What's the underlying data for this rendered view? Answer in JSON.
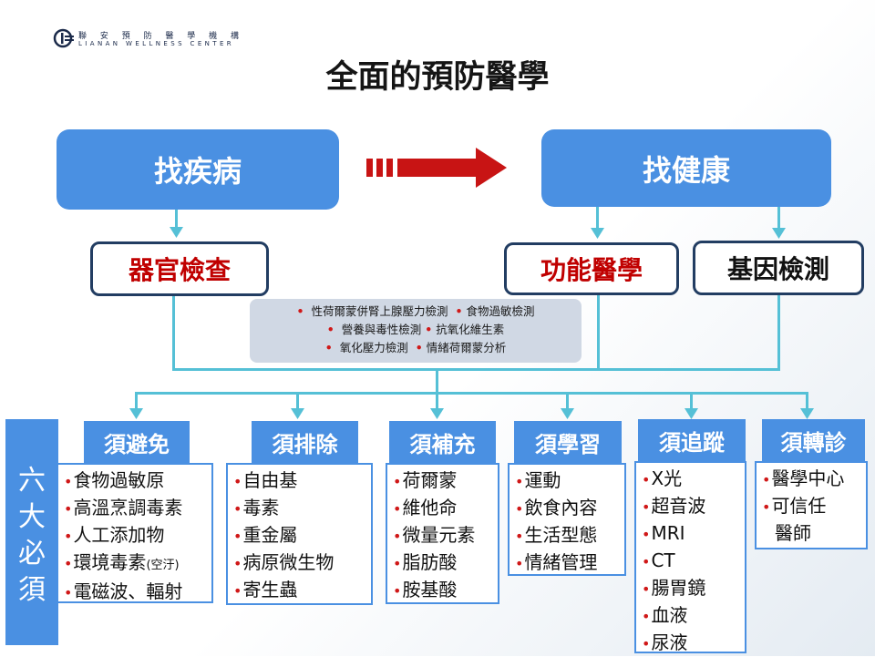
{
  "logo": {
    "name_zh": "聯 安 預 防 醫 學 機 構",
    "name_en": "LIANAN WELLNESS CENTER"
  },
  "title": "全面的預防醫學",
  "top": {
    "left": "找疾病",
    "right": "找健康"
  },
  "mid": {
    "organ": "器官檢查",
    "functional": "功能醫學",
    "gene": "基因檢測"
  },
  "tests": {
    "row1": [
      "性荷爾蒙併腎上腺壓力檢測",
      "食物過敏檢測"
    ],
    "row2": [
      "營養與毒性檢測",
      "抗氧化維生素"
    ],
    "row3": [
      "氧化壓力檢測",
      "情緒荷爾蒙分析"
    ]
  },
  "six_must": [
    "六",
    "大",
    "必",
    "須"
  ],
  "categories": [
    {
      "label": "須避免",
      "items": [
        "食物過敏原",
        "高溫烹調毒素",
        "人工添加物",
        "環境毒素",
        "電磁波、輻射"
      ],
      "note": "(空汙)"
    },
    {
      "label": "須排除",
      "items": [
        "自由基",
        "毒素",
        "重金屬",
        "病原微生物",
        "寄生蟲"
      ]
    },
    {
      "label": "須補充",
      "items": [
        "荷爾蒙",
        "維他命",
        "微量元素",
        "脂肪酸",
        "胺基酸"
      ]
    },
    {
      "label": "須學習",
      "items": [
        "運動",
        "飲食內容",
        "生活型態",
        "情緒管理"
      ]
    },
    {
      "label": "須追蹤",
      "items": [
        "X光",
        "超音波",
        "MRI",
        "CT",
        "腸胃鏡",
        "血液",
        "尿液"
      ]
    },
    {
      "label": "須轉診",
      "items": [
        "醫學中心",
        "可信任",
        "醫師"
      ]
    }
  ],
  "colors": {
    "primary": "#4a90e2",
    "connector": "#55c0d6",
    "arrow": "#c81414",
    "accent_text": "#c00000",
    "border": "#223d62"
  }
}
